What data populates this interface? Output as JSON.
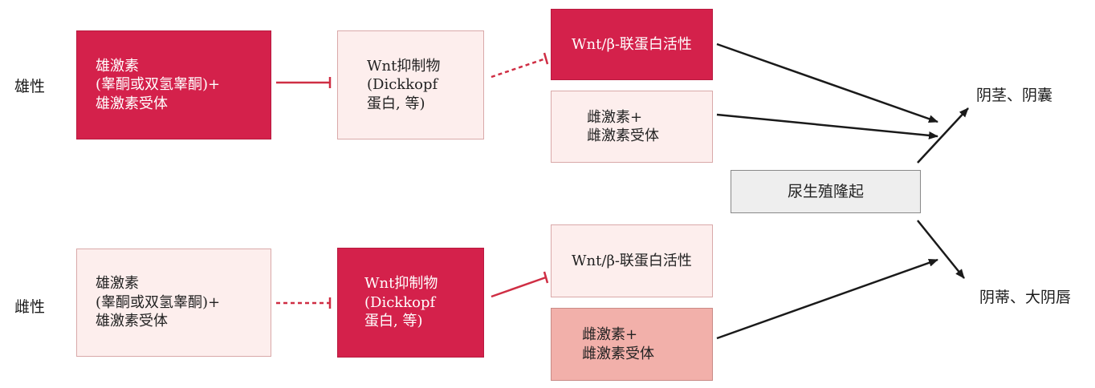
{
  "row_labels": {
    "male": "雄性",
    "female": "雌性"
  },
  "male": {
    "androgen": [
      "雄激素",
      "(睾酮或双氢睾酮)+",
      "雄激素受体"
    ],
    "wnt_inhibitor": [
      "Wnt抑制物",
      "(Dickkopf",
      "蛋白, 等)"
    ],
    "wnt_activity": "Wnt/β-联蛋白活性",
    "estrogen": [
      "雌激素+",
      "雌激素受体"
    ]
  },
  "female": {
    "androgen": [
      "雄激素",
      "(睾酮或双氢睾酮)+",
      "雄激素受体"
    ],
    "wnt_inhibitor": [
      "Wnt抑制物",
      "(Dickkopf",
      "蛋白, 等)"
    ],
    "wnt_activity": "Wnt/β-联蛋白活性",
    "estrogen": [
      "雌激素+",
      "雌激素受体"
    ]
  },
  "center": "尿生殖隆起",
  "outcomes": {
    "male": "阴茎、阴囊",
    "female": "阴蒂、大阴唇"
  },
  "colors": {
    "active": "#d4214b",
    "inactive": "#fdeeed",
    "estrogen_female": "#f2b0aa",
    "arrow": "#1a1a1a"
  }
}
